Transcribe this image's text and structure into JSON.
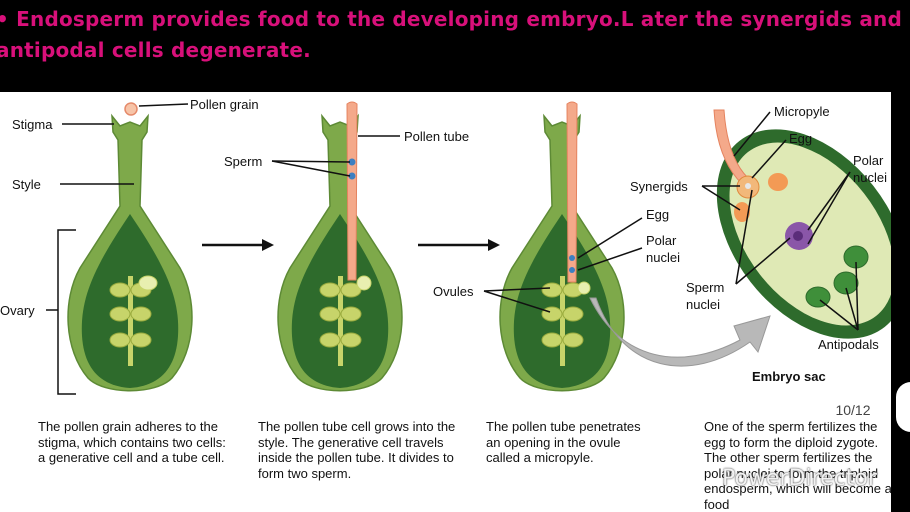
{
  "heading": {
    "line1": "• Endosperm provides food to the developing embryo.L ater the synergids and",
    "line2": "antipodal cells degenerate."
  },
  "labels": {
    "pollen_grain": "Pollen grain",
    "stigma": "Stigma",
    "style": "Style",
    "ovary": "Ovary",
    "sperm": "Sperm",
    "pollen_tube": "Pollen tube",
    "egg_mid": "Egg",
    "polar_mid_1": "Polar",
    "polar_mid_2": "nuclei",
    "ovules": "Ovules",
    "micropyle": "Micropyle",
    "egg_right": "Egg",
    "polar_right_1": "Polar",
    "polar_right_2": "nuclei",
    "synergids": "Synergids",
    "sperm_nuclei_1": "Sperm",
    "sperm_nuclei_2": "nuclei",
    "antipodals": "Antipodals",
    "embryo_sac": "Embryo sac"
  },
  "captions": {
    "c1": "The pollen grain adheres to the stigma, which contains two cells: a generative cell and a tube cell.",
    "c2": "The pollen tube cell grows into the style. The generative cell travels inside the pollen tube. It divides to form two sperm.",
    "c3": "The pollen tube penetrates an opening in the ovule called a micropyle.",
    "c4": "One of the sperm fertilizes the egg to form the diploid zygote. The other sperm fertilizes the polar nuclei to form the triploid endosperm, which will become a food"
  },
  "page_indicator": "10/12",
  "watermark": "PowerDirector",
  "colors": {
    "heading": "#d8107a",
    "ovary_dark": "#2e6b2c",
    "ovary_light": "#7ea94a",
    "ovule": "#c7d46a",
    "tube": "#f4a98a"
  }
}
